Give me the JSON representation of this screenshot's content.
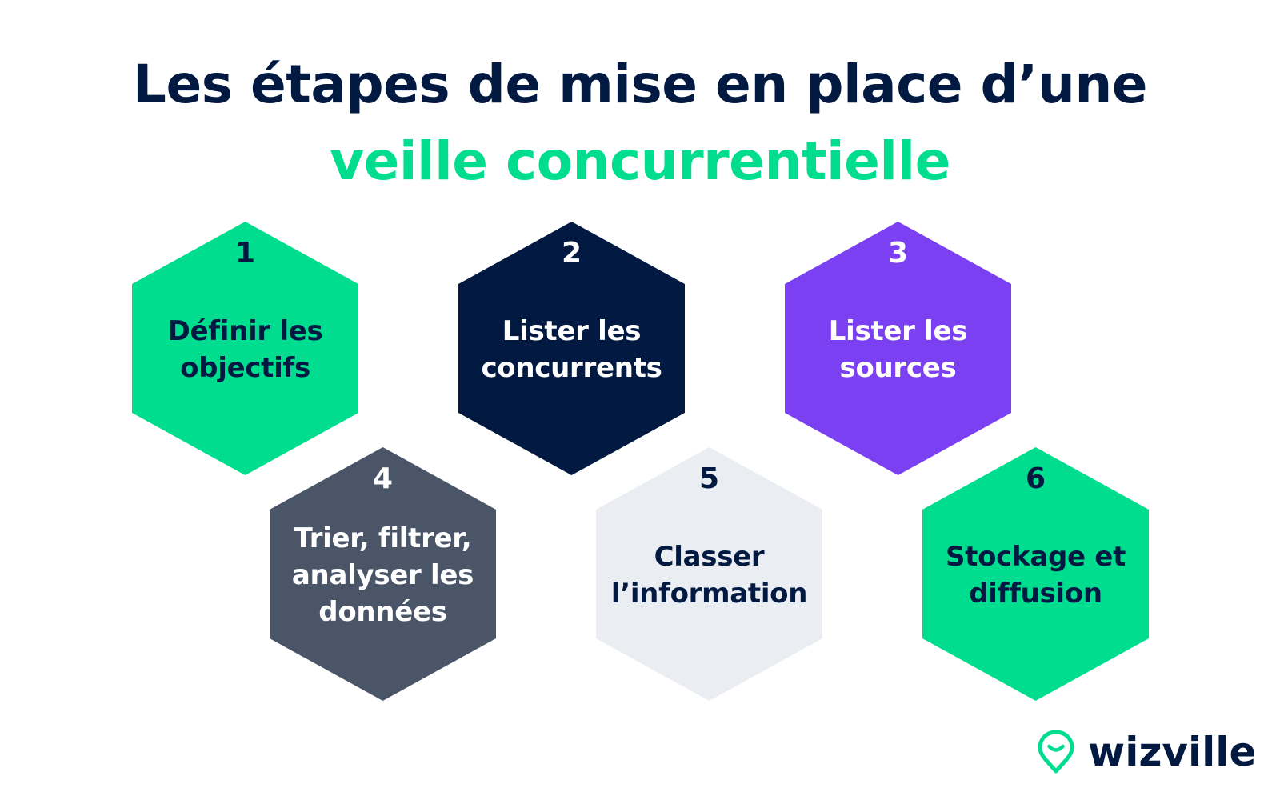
{
  "title": {
    "line1": "Les étapes de mise en place d’une",
    "line2": "veille concurrentielle"
  },
  "colors": {
    "navy": "#021a42",
    "green": "#00dd8f",
    "purple": "#7a40f2",
    "slate": "#4a5568",
    "light": "#eaedf1",
    "white": "#ffffff"
  },
  "steps": [
    {
      "number": "1",
      "label": "Définir les\nobjectifs",
      "bg": "#00dd8f",
      "fg": "#021a42"
    },
    {
      "number": "2",
      "label": "Lister les\nconcurrents",
      "bg": "#021a42",
      "fg": "#ffffff"
    },
    {
      "number": "3",
      "label": "Lister les\nsources",
      "bg": "#7a40f2",
      "fg": "#ffffff"
    },
    {
      "number": "4",
      "label": "Trier, filtrer,\nanalyser les\ndonnées",
      "bg": "#4a5568",
      "fg": "#ffffff"
    },
    {
      "number": "5",
      "label": "Classer\nl’information",
      "bg": "#eaedf1",
      "fg": "#021a42"
    },
    {
      "number": "6",
      "label": "Stockage et\ndiffusion",
      "bg": "#00dd8f",
      "fg": "#021a42"
    }
  ],
  "logo": {
    "icon": "map-pin-smile-icon",
    "text": "wizville"
  }
}
